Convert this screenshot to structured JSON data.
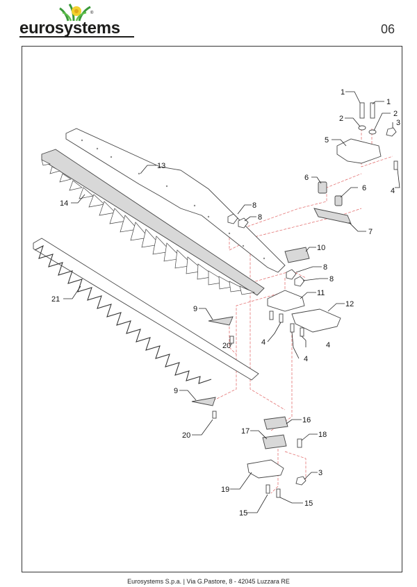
{
  "header": {
    "logo_text": "eurosystems",
    "page_number": "06"
  },
  "callouts": {
    "c1a": "1",
    "c1b": "1",
    "c2a": "2",
    "c2b": "2",
    "c3a": "3",
    "c3b": "3",
    "c4a": "4",
    "c4b": "4",
    "c4c": "4",
    "c4d": "4",
    "c5": "5",
    "c6a": "6",
    "c6b": "6",
    "c7": "7",
    "c8a": "8",
    "c8b": "8",
    "c8c": "8",
    "c8d": "8",
    "c9a": "9",
    "c9b": "9",
    "c10": "10",
    "c11": "11",
    "c12": "12",
    "c13": "13",
    "c14": "14",
    "c15a": "15",
    "c15b": "15",
    "c16": "16",
    "c17": "17",
    "c18": "18",
    "c19": "19",
    "c20a": "20",
    "c20b": "20",
    "c21": "21"
  },
  "footer": {
    "company": "Eurosystems S.p.a.",
    "separator": "|",
    "address": "Via G.Pastore, 8 - 42045 Luzzara RE"
  },
  "colors": {
    "logo_green": "#3a9a3a",
    "logo_yellow": "#f2d12e",
    "leader_dash": "#e06060"
  }
}
